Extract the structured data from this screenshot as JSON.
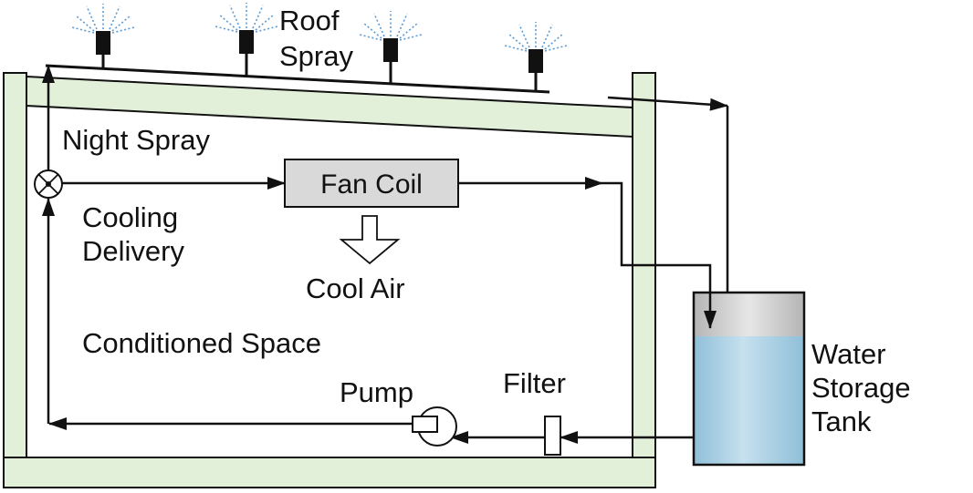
{
  "labels": {
    "roof_spray_line1": "Roof",
    "roof_spray_line2": "Spray",
    "night_spray": "Night Spray",
    "fan_coil": "Fan Coil",
    "cooling_line1": "Cooling",
    "cooling_line2": "Delivery",
    "cool_air": "Cool Air",
    "conditioned_space": "Conditioned Space",
    "pump": "Pump",
    "filter": "Filter",
    "tank_line1": "Water",
    "tank_line2": "Storage",
    "tank_line3": "Tank"
  },
  "colors": {
    "wall_fill": "#e2efd9",
    "line": "#111111",
    "fan_coil_fill": "#d9d9d9",
    "water_top": "#9cc8df",
    "water_bottom": "#c9e1ee",
    "sprinkler_spray": "#5b9bd5"
  },
  "icons": {
    "sprinkler": "sprinkler-icon",
    "valve": "valve-icon",
    "pump": "pump-icon",
    "filter": "filter-icon",
    "down_arrow": "down-arrow-icon"
  }
}
